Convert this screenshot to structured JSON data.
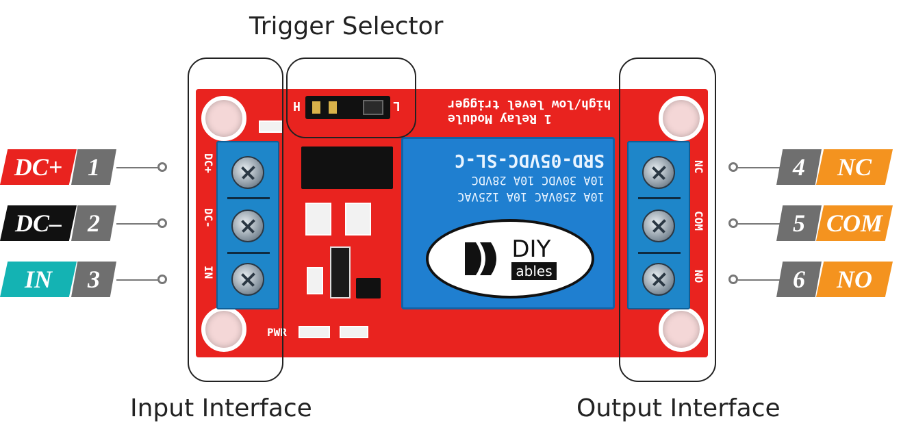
{
  "captions": {
    "trigger": "Trigger Selector",
    "input": "Input Interface",
    "output": "Output Interface"
  },
  "left_pins": [
    {
      "name": "DC+",
      "number": "1",
      "color": "#e9231f"
    },
    {
      "name": "DC–",
      "number": "2",
      "color": "#111111"
    },
    {
      "name": "IN",
      "number": "3",
      "color": "#14b3b3"
    }
  ],
  "right_pins": [
    {
      "number": "4",
      "name": "NC",
      "color": "#f4931f"
    },
    {
      "number": "5",
      "name": "COM",
      "color": "#f4931f"
    },
    {
      "number": "6",
      "name": "NO",
      "color": "#f4931f"
    }
  ],
  "board": {
    "color": "#e9231f",
    "title_line1": "1 Relay Module",
    "title_line2": "high/low level trigger",
    "jumper_h": "H",
    "jumper_l": "L",
    "input_terminals": [
      "DC+",
      "DC-",
      "IN"
    ],
    "output_terminals": [
      "NC",
      "COM",
      "NO"
    ],
    "pwr_label": "PWR"
  },
  "relay": {
    "model": "SRD-05VDC-SL-C",
    "rating1": "10A  250VAC  10A  125VAC",
    "rating2": "10A   30VDC  10A   28VDC"
  },
  "logo": {
    "diy": "DIY",
    "ables": "ables"
  }
}
